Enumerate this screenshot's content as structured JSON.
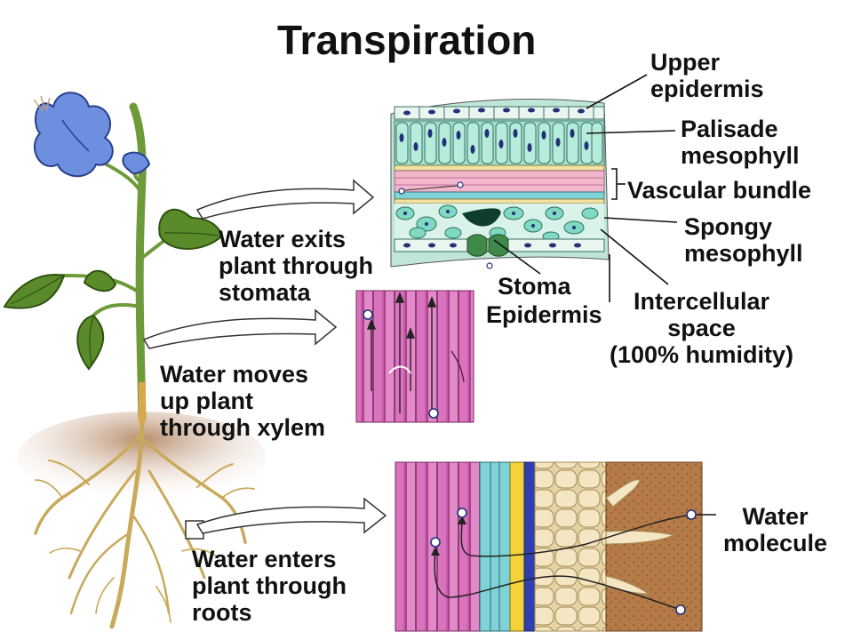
{
  "title": "Transpiration",
  "labels": {
    "upper_epidermis": "Upper\nepidermis",
    "palisade_mesophyll": "Palisade\nmesophyll",
    "vascular_bundle": "Vascular bundle",
    "spongy_mesophyll": "Spongy\nmesophyll",
    "stoma": "Stoma",
    "epidermis": "Epidermis",
    "intercellular_space": "Intercellular\nspace\n(100% humidity)",
    "water_exits": "Water exits\nplant through\nstomata",
    "water_moves": "Water moves\nup plant\nthrough xylem",
    "water_enters": "Water enters\nplant through\nroots",
    "water_molecule": "Water\nmolecule"
  },
  "colors": {
    "leaf_green": "#5a8a2a",
    "stem_green": "#6f9a3a",
    "flower_blue": "#6d8fe0",
    "xylem_pink": "#c85aa8",
    "soil_brown": "#a0673a",
    "root_tan": "#c9a95a",
    "cell_teal": "#8fd6c4",
    "palisade_green": "#9fe3cf"
  }
}
